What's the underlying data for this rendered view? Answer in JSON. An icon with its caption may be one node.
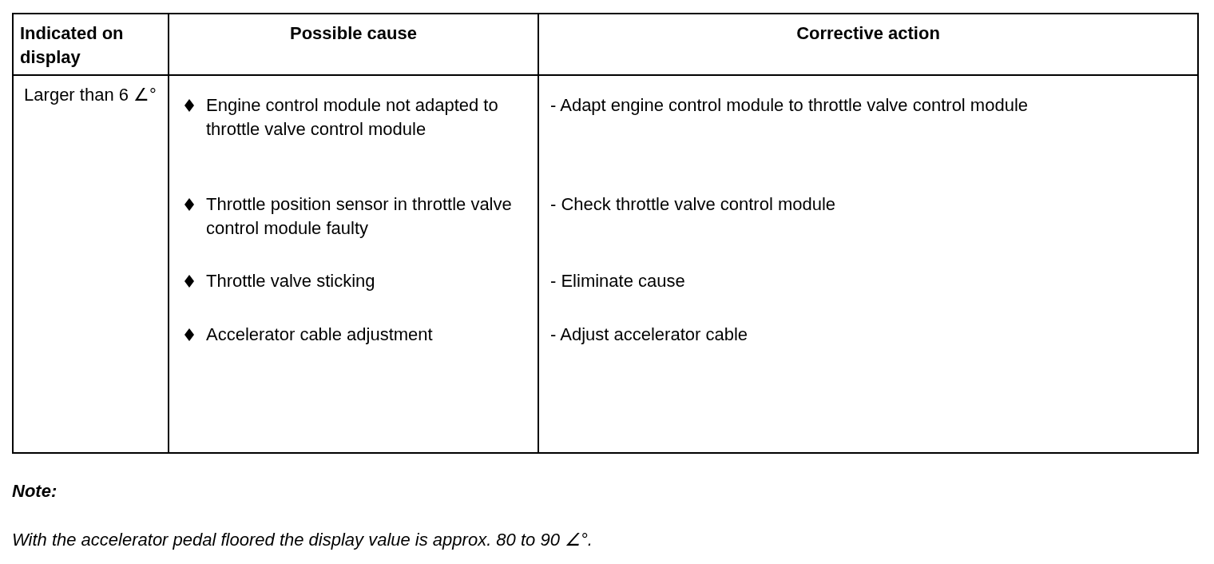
{
  "diagram": {
    "labels": [
      "Indicated on display",
      "Possible cause",
      "Corrective action",
      "Larger than 6 ∠°",
      "Engine control module not adapted to throttle valve control module",
      "Throttle position sensor in throttle valve control module faulty",
      "Throttle valve sticking",
      "Accelerator cable adjustment",
      "- Adapt engine control module to throttle valve control module",
      "- Check throttle valve control module",
      "- Eliminate cause",
      "- Adjust accelerator cable",
      "Note:",
      "With the accelerator pedal floored the display value is approx. 80 to 90 ∠°."
    ]
  }
}
